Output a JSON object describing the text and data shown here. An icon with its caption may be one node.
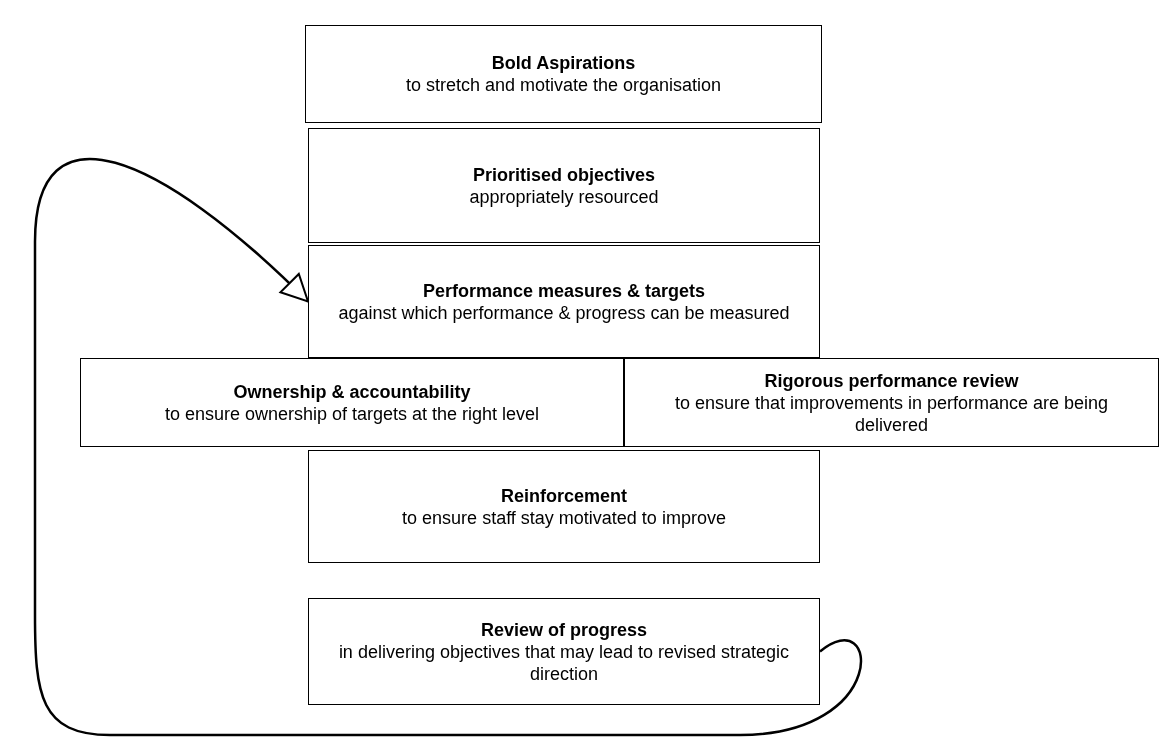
{
  "diagram": {
    "nodes": [
      {
        "text": [
          "Bold Aspirations",
          "to stretch and motivate the organisation"
        ]
      },
      {
        "text": [
          "Prioritised objectives",
          "appropriately resourced"
        ]
      },
      {
        "text": [
          "Performance measures & targets",
          "against which performance & progress can be measured"
        ]
      },
      {
        "text": [
          "Ownership & accountability",
          "to ensure ownership of targets at the right level"
        ]
      },
      {
        "text": [
          "Rigorous performance review",
          "to ensure that improvements in performance are being delivered"
        ]
      },
      {
        "text": [
          "Reinforcement",
          "to ensure staff stay motivated to improve"
        ]
      },
      {
        "text": [
          "Review of progress",
          "in delivering objectives that may lead to revised strategic direction"
        ]
      }
    ],
    "edges": [
      {
        "from": 6,
        "to": 2,
        "arrow": "to"
      }
    ]
  }
}
